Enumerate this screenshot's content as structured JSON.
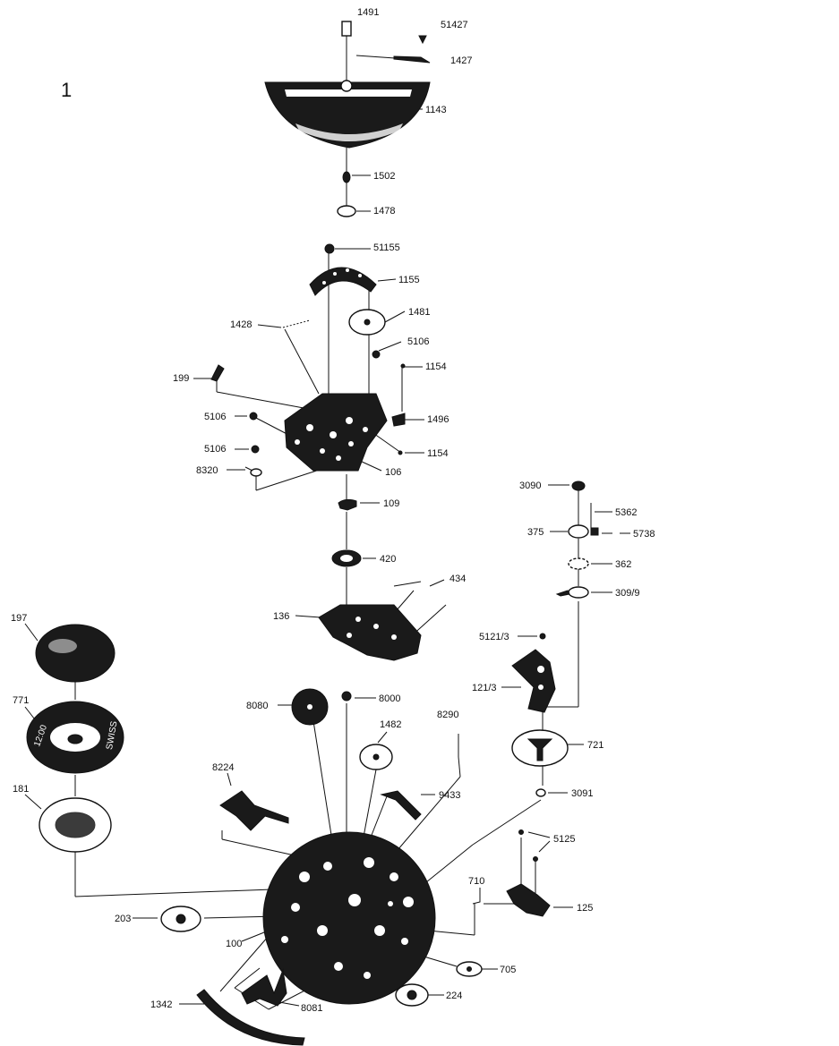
{
  "figure_number": "1",
  "parts": [
    "1491",
    "51427",
    "1427",
    "1143",
    "1502",
    "1478",
    "51155",
    "1155",
    "1481",
    "1428",
    "5106",
    "1154",
    "199",
    "5106",
    "1496",
    "5106",
    "1154",
    "8320",
    "106",
    "109",
    "420",
    "434",
    "136",
    "3090",
    "5362",
    "375",
    "5738",
    "362",
    "309/9",
    "5121/3",
    "121/3",
    "197",
    "771",
    "181",
    "8080",
    "8000",
    "1482",
    "8290",
    "721",
    "8224",
    "9433",
    "3091",
    "5125",
    "710",
    "125",
    "203",
    "100",
    "705",
    "224",
    "1342",
    "8081"
  ],
  "dial_text": [
    "12:00",
    "SWISS"
  ]
}
